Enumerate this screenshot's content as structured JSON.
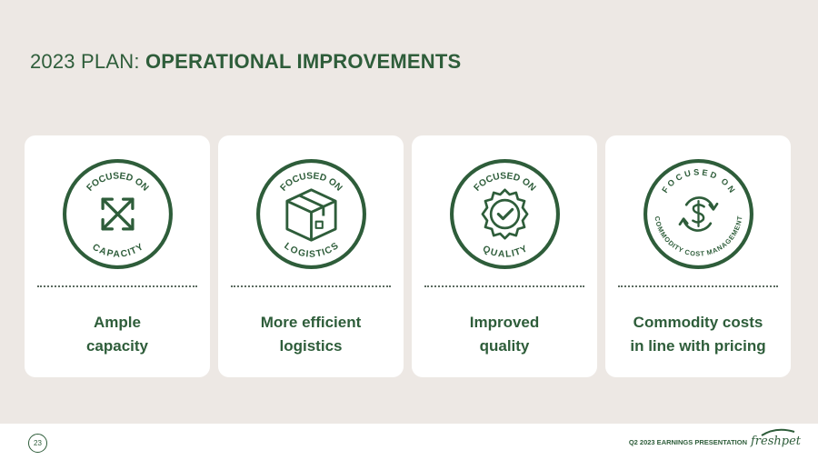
{
  "slide": {
    "title_prefix": "2023 PLAN: ",
    "title_main": "OPERATIONAL IMPROVEMENTS"
  },
  "cards": [
    {
      "badge_top": "FOCUSED ON",
      "badge_bottom": "CAPACITY",
      "icon": "expand-arrows-icon",
      "label_line1": "Ample",
      "label_line2": "capacity"
    },
    {
      "badge_top": "FOCUSED ON",
      "badge_bottom": "LOGISTICS",
      "icon": "box-icon",
      "label_line1": "More efficient",
      "label_line2": "logistics"
    },
    {
      "badge_top": "FOCUSED ON",
      "badge_bottom": "QUALITY",
      "icon": "quality-seal-icon",
      "label_line1": "Improved",
      "label_line2": "quality"
    },
    {
      "badge_top": "FOCUSED ON",
      "badge_bottom": "COMMODITY COST MANAGEMENT",
      "icon": "dollar-cycle-icon",
      "label_line1": "Commodity costs",
      "label_line2": "in line with pricing"
    }
  ],
  "footer": {
    "page_number": "23",
    "presentation": "Q2 2023 EARNINGS PRESENTATION",
    "logo_text": "freshpet"
  },
  "colors": {
    "brand_green": "#2e5d3a",
    "background": "#ede8e4",
    "card": "#ffffff"
  }
}
